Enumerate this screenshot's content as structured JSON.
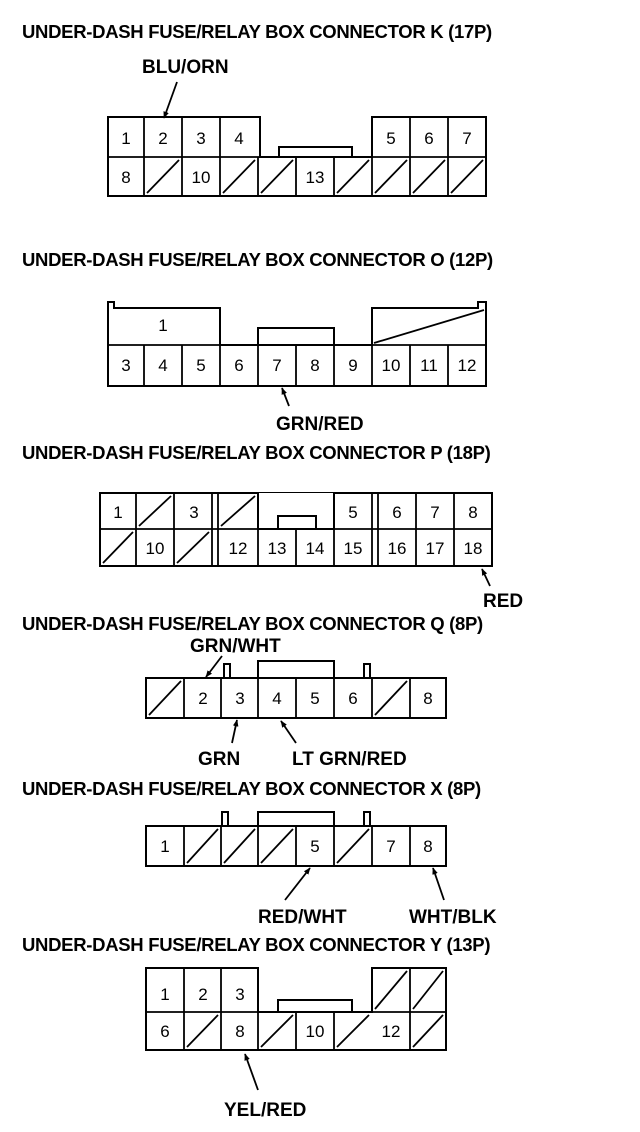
{
  "colors": {
    "ink": "#000000",
    "paper": "#ffffff"
  },
  "connectors": [
    {
      "id": "K",
      "title": "UNDER-DASH FUSE/RELAY BOX CONNECTOR K (17P)",
      "terminals": [
        "1",
        "2",
        "3",
        "4",
        "5",
        "6",
        "7",
        "8",
        "10",
        "13"
      ],
      "wires": [
        {
          "label": "BLU/ORN",
          "terminal": "2"
        }
      ]
    },
    {
      "id": "O",
      "title": "UNDER-DASH FUSE/RELAY BOX CONNECTOR O (12P)",
      "terminals": [
        "1",
        "3",
        "4",
        "5",
        "6",
        "7",
        "8",
        "9",
        "10",
        "11",
        "12"
      ],
      "wires": [
        {
          "label": "GRN/RED",
          "terminal": "7"
        }
      ]
    },
    {
      "id": "P",
      "title": "UNDER-DASH FUSE/RELAY BOX CONNECTOR P (18P)",
      "terminals": [
        "1",
        "3",
        "5",
        "6",
        "7",
        "8",
        "10",
        "12",
        "13",
        "14",
        "15",
        "16",
        "17",
        "18"
      ],
      "wires": [
        {
          "label": "RED",
          "terminal": "18"
        }
      ]
    },
    {
      "id": "Q",
      "title": "UNDER-DASH FUSE/RELAY BOX CONNECTOR Q (8P)",
      "terminals": [
        "2",
        "3",
        "4",
        "5",
        "6",
        "8"
      ],
      "wires": [
        {
          "label": "GRN/WHT",
          "terminal": "2"
        },
        {
          "label": "GRN",
          "terminal": "3"
        },
        {
          "label": "LT GRN/RED",
          "terminal": "4"
        }
      ]
    },
    {
      "id": "X",
      "title": "UNDER-DASH FUSE/RELAY BOX CONNECTOR X (8P)",
      "terminals": [
        "1",
        "5",
        "7",
        "8"
      ],
      "wires": [
        {
          "label": "RED/WHT",
          "terminal": "5"
        },
        {
          "label": "WHT/BLK",
          "terminal": "8"
        }
      ]
    },
    {
      "id": "Y",
      "title": "UNDER-DASH FUSE/RELAY BOX CONNECTOR Y (13P)",
      "terminals": [
        "1",
        "2",
        "3",
        "6",
        "8",
        "10",
        "12"
      ],
      "wires": [
        {
          "label": "YEL/RED",
          "terminal": "8"
        }
      ]
    }
  ]
}
